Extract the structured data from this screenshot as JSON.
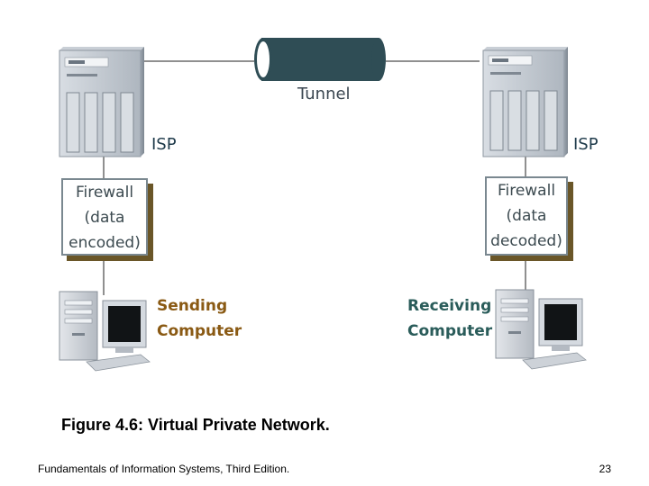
{
  "diagram": {
    "tunnel_label": "Tunnel",
    "isp_left_label": "ISP",
    "isp_right_label": "ISP",
    "firewall_left": [
      "Firewall",
      "(data",
      "encoded)"
    ],
    "firewall_right": [
      "Firewall",
      "(data",
      "decoded)"
    ],
    "sending_computer": [
      "Sending",
      "Computer"
    ],
    "receiving_computer": [
      "Receiving",
      "Computer"
    ],
    "colors": {
      "tunnel_body": "#2f4d55",
      "firewall_shadow": "#6a5628",
      "sending_text": "#8a5a14",
      "receiving_text": "#2a5c5a"
    }
  },
  "caption": "Figure 4.6: Virtual Private Network.",
  "footer": {
    "source": "Fundamentals of Information Systems, Third Edition.",
    "page_number": "23"
  }
}
